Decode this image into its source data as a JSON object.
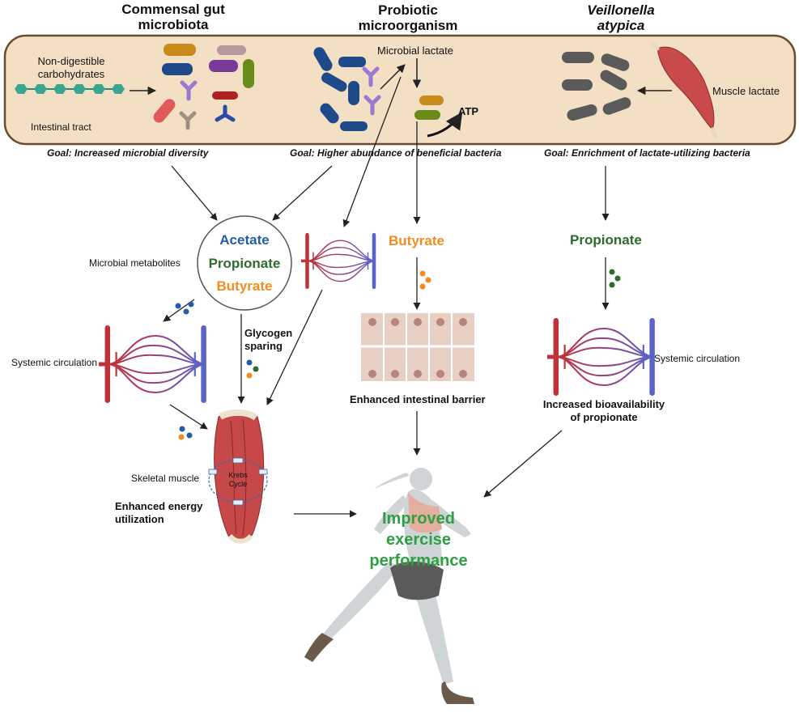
{
  "headers": {
    "commensal": [
      "Commensal gut",
      "microbiota"
    ],
    "probiotic": [
      "Probiotic",
      "microorganism"
    ],
    "veillonella": [
      "Veillonella",
      "atypica"
    ]
  },
  "gut": {
    "non_digestible": [
      "Non-digestible",
      "carbohydrates"
    ],
    "intestinal_tract": "Intestinal tract",
    "microbial_lactate": "Microbial lactate",
    "atp": "ATP",
    "muscle_lactate": "Muscle lactate"
  },
  "goals": {
    "diversity": "Goal: Increased microbial diversity",
    "beneficial": "Goal: Higher abundance of beneficial bacteria",
    "lactate_utilizing": "Goal: Enrichment of lactate-utilizing bacteria"
  },
  "metabolites": {
    "label": "Microbial metabolites",
    "acetate": "Acetate",
    "propionate": "Propionate",
    "butyrate": "Butyrate"
  },
  "middle": {
    "butyrate": "Butyrate",
    "barrier": "Enhanced intestinal barrier"
  },
  "right": {
    "propionate": "Propionate",
    "systemic": "Systemic circulation",
    "bioavailability": [
      "Increased bioavailability",
      "of propionate"
    ]
  },
  "left": {
    "systemic": "Systemic circulation",
    "glycogen": [
      "Glycogen",
      "sparing"
    ],
    "skeletal": "Skeletal muscle",
    "krebs": [
      "Krebs",
      "Cycle"
    ],
    "energy": [
      "Enhanced energy",
      "utilization"
    ]
  },
  "outcome": [
    "Improved",
    "exercise",
    "performance"
  ],
  "colors": {
    "gut_fill": "#f3dfc4",
    "gut_border": "#6b4a2e",
    "acetate": "#1f5fa8",
    "propionate": "#2e6b2e",
    "butyrate": "#f28c1e",
    "outcome": "#2ea043",
    "artery": "#c0323a",
    "vein": "#5a63c8",
    "runner": "#cfd4d6"
  }
}
